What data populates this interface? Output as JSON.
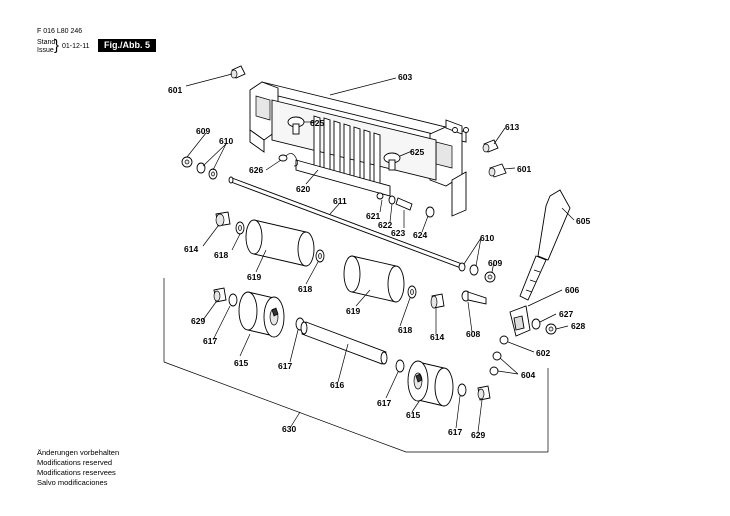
{
  "header": {
    "part_number": "F 016 L80 246",
    "stand_label": "Stand",
    "issue_label": "Issue",
    "date": "01-12-11",
    "figure": "Fig./Abb. 5"
  },
  "notes": [
    "Änderungen vorbehalten",
    "Modifications reserved",
    "Modifications reservees",
    "Salvo modificaciones"
  ],
  "callouts": [
    {
      "id": "c601a",
      "text": "601"
    },
    {
      "id": "c603",
      "text": "603"
    },
    {
      "id": "c609a",
      "text": "609"
    },
    {
      "id": "c610a",
      "text": "610"
    },
    {
      "id": "c625a",
      "text": "625"
    },
    {
      "id": "c613",
      "text": "613"
    },
    {
      "id": "c625b",
      "text": "625"
    },
    {
      "id": "c601b",
      "text": "601"
    },
    {
      "id": "c626",
      "text": "626"
    },
    {
      "id": "c620",
      "text": "620"
    },
    {
      "id": "c611",
      "text": "611"
    },
    {
      "id": "c621",
      "text": "621"
    },
    {
      "id": "c622",
      "text": "622"
    },
    {
      "id": "c623",
      "text": "623"
    },
    {
      "id": "c624",
      "text": "624"
    },
    {
      "id": "c605",
      "text": "605"
    },
    {
      "id": "c614a",
      "text": "614"
    },
    {
      "id": "c618a",
      "text": "618"
    },
    {
      "id": "c619a",
      "text": "619"
    },
    {
      "id": "c610b",
      "text": "610"
    },
    {
      "id": "c609b",
      "text": "609"
    },
    {
      "id": "c618b",
      "text": "618"
    },
    {
      "id": "c619b",
      "text": "619"
    },
    {
      "id": "c606",
      "text": "606"
    },
    {
      "id": "c629a",
      "text": "629"
    },
    {
      "id": "c627",
      "text": "627"
    },
    {
      "id": "c628",
      "text": "628"
    },
    {
      "id": "c617a",
      "text": "617"
    },
    {
      "id": "c618c",
      "text": "618"
    },
    {
      "id": "c614b",
      "text": "614"
    },
    {
      "id": "c608",
      "text": "608"
    },
    {
      "id": "c602",
      "text": "602"
    },
    {
      "id": "c615a",
      "text": "615"
    },
    {
      "id": "c617b",
      "text": "617"
    },
    {
      "id": "c616",
      "text": "616"
    },
    {
      "id": "c604",
      "text": "604"
    },
    {
      "id": "c617c",
      "text": "617"
    },
    {
      "id": "c615b",
      "text": "615"
    },
    {
      "id": "c630",
      "text": "630"
    },
    {
      "id": "c617d",
      "text": "617"
    },
    {
      "id": "c629b",
      "text": "629"
    }
  ]
}
